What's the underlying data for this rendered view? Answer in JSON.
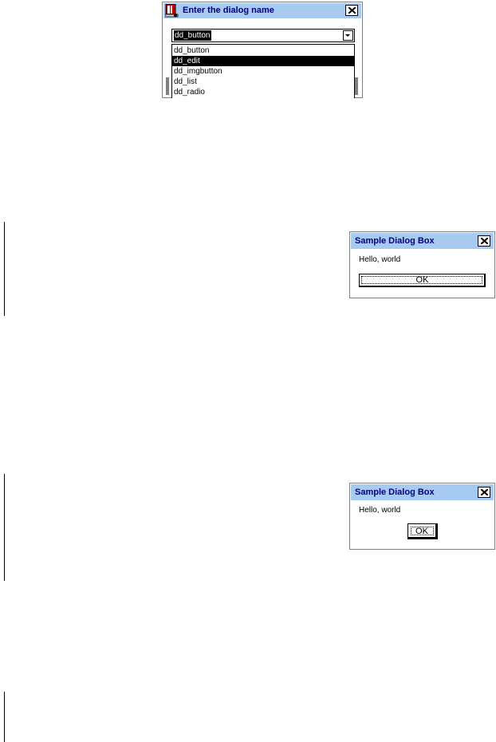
{
  "dialog1": {
    "title": "Enter the dialog name",
    "combo_value": "dd_button",
    "list_items": [
      "dd_button",
      "dd_edit",
      "dd_imgbutton",
      "dd_list",
      "dd_radio"
    ],
    "selected_index": 1
  },
  "dialog2": {
    "title": "Sample Dialog Box",
    "message": "Hello, world",
    "ok_label": "OK"
  },
  "dialog3": {
    "title": "Sample Dialog Box",
    "message": "Hello, world",
    "ok_label": "OK"
  },
  "colors": {
    "titlebar": "#a6caf0",
    "title_text": "#000080",
    "selection": "#000000"
  }
}
